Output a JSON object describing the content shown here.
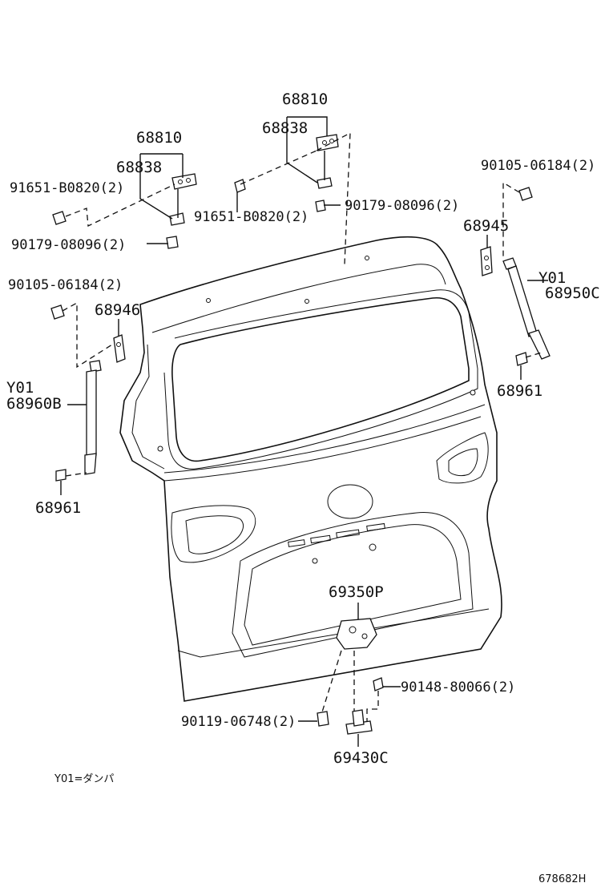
{
  "labels": {
    "hinge_right_group": "68810",
    "hinge_right": "68838",
    "hinge_left_group": "68810",
    "hinge_left": "68838",
    "bolt_left_hinge": "91651-B0820(2)",
    "bolt_right_hinge": "91651-B0820(2)",
    "nut_left_hinge": "90179-08096(2)",
    "nut_right_hinge": "90179-08096(2)",
    "stud_right": "90105-06184(2)",
    "stud_left": "90105-06184(2)",
    "bracket_right": "68945",
    "bracket_left": "68946",
    "damper_right_code": "Y01",
    "damper_right": "68950C",
    "damper_left_code": "Y01",
    "damper_left": "68960B",
    "retainer_right": "68961",
    "retainer_left": "68961",
    "lock": "69350P",
    "screw_striker": "90148-80066(2)",
    "bolt_lock": "90119-06748(2)",
    "striker": "69430C"
  },
  "legend_note": "Y01=ダンパ",
  "figure_id": "678682H"
}
